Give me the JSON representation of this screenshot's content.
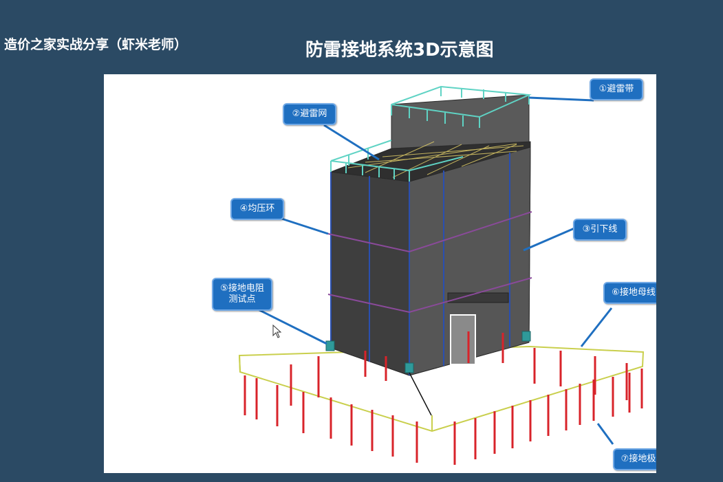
{
  "header": {
    "left_text": "造价之家实战分享（虾米老师）",
    "title": "防雷接地系统3D示意图"
  },
  "callouts": [
    {
      "key": "c1",
      "label": "①避雷带"
    },
    {
      "key": "c2",
      "label": "②避雷网"
    },
    {
      "key": "c3",
      "label": "③引下线"
    },
    {
      "key": "c4",
      "label": "④均压环"
    },
    {
      "key": "c5",
      "label": "⑤接地电阻测试点",
      "line1": "⑤接地电阻",
      "line2": "测试点"
    },
    {
      "key": "c6",
      "label": "⑥接地母线"
    },
    {
      "key": "c7",
      "label": "⑦接地极"
    }
  ],
  "colors": {
    "background": "#2b4a64",
    "building": "#4a4a4a",
    "lightning_belt": "#5fd3c4",
    "mesh": "#e7d36a",
    "down_conductor": "#2a4fb0",
    "equalizing_ring": "#8a4a9a",
    "ground_bus": "#c9cf4c",
    "ground_rod": "#d8232a",
    "callout": "#1f6fc0"
  }
}
